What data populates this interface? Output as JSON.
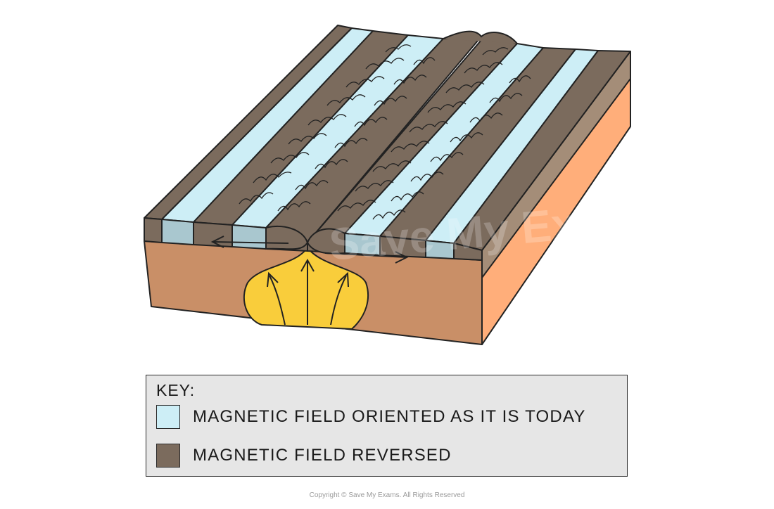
{
  "key": {
    "title": "KEY:",
    "items": [
      {
        "label": "MAGNETIC FIELD ORIENTED AS IT IS TODAY",
        "color": "#cdeef6"
      },
      {
        "label": "MAGNETIC FIELD REVERSED",
        "color": "#7b6b5d"
      }
    ]
  },
  "watermark": "Save My Exams",
  "copyright": "Copyright © Save My Exams. All Rights Reserved",
  "colors": {
    "reversed": "#7b6b5d",
    "today": "#cdeef6",
    "crust_front": "#c98f67",
    "crust_side": "#ffae7a",
    "magma": "#f9cd3b"
  }
}
